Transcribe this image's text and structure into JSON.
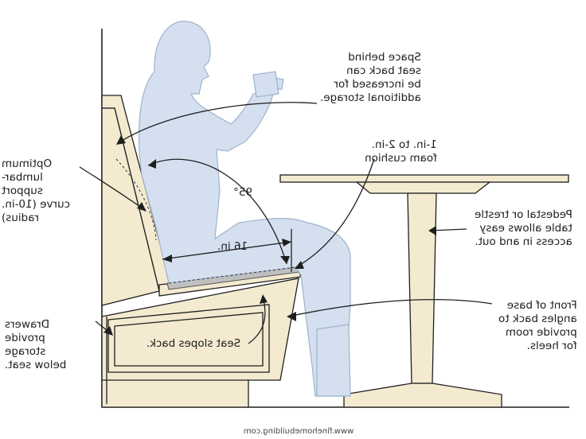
{
  "labels": {
    "space_behind": "Space behind\nseat back can\nbe increased for\nadditional storage.",
    "cushion": "1-in. to 2-in.\nfoam cushion",
    "lumbar": "Optimum\nlumbar-\nsupport\ncurve (10-in.\nradius)",
    "pedestal": "Pedestal or trestle\ntable allows easy\naccess in and out.",
    "front_base": "Front of base\nangles back to\nprovide room\nfor heels.",
    "drawers": "Drawers\nprovide\nstorage\nbelow seat.",
    "seat_slopes": "Seat slopes back.",
    "angle": "95°",
    "depth": "16 in.",
    "source": "www.finehomebuilding.com"
  },
  "colors": {
    "wood": "#f3ead0",
    "figure": "#d4e0ef",
    "outline": "#1f1f1f",
    "figure_outline": "#9fb3cc"
  }
}
